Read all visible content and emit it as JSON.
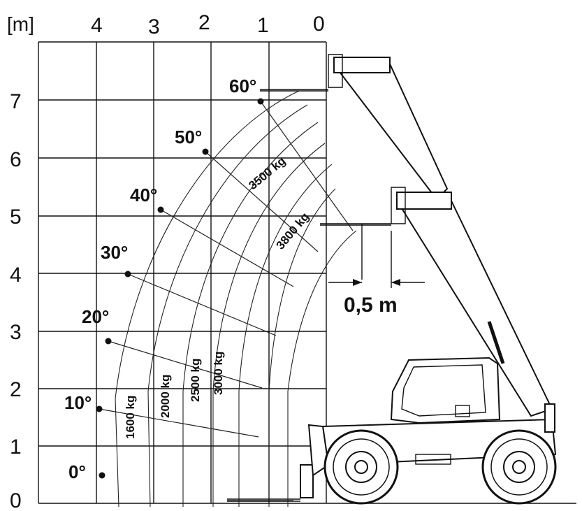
{
  "unit_label": "[m]",
  "x_ticks": [
    "4",
    "3",
    "2",
    "1",
    "0"
  ],
  "y_ticks": [
    "7",
    "6",
    "5",
    "4",
    "3",
    "2",
    "1",
    "0"
  ],
  "angles": [
    "60°",
    "50°",
    "40°",
    "30°",
    "20°",
    "10°",
    "0°"
  ],
  "load_zones": [
    "1600 kg",
    "2000 kg",
    "2500 kg",
    "3000 kg",
    "3500 kg",
    "3800 kg"
  ],
  "dimension_label": "0,5 m"
}
